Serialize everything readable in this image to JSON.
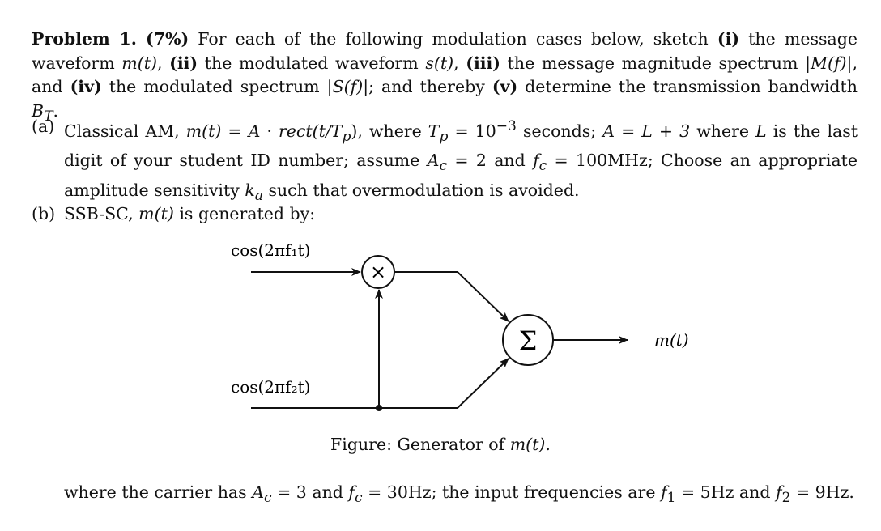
{
  "problem": {
    "heading": "Problem 1.",
    "weight": "(7%)",
    "intro_1": " For each of the following modulation cases below, sketch ",
    "i_marker": "(i)",
    "i_text": " the message waveform ",
    "m_t": "m(t)",
    "comma1": ", ",
    "ii_marker": "(ii)",
    "ii_text": " the modulated waveform ",
    "s_t": "s(t)",
    "comma2": ", ",
    "iii_marker": "(iii)",
    "iii_text": " the message magnitude spectrum ",
    "M_f": "|M(f)|",
    "and_text": ", and ",
    "iv_marker": "(iv)",
    "iv_text": " the modulated spectrum ",
    "S_f": "|S(f)|",
    "thereby_text": "; and thereby ",
    "v_marker": "(v)",
    "v_text": " determine the transmission bandwidth ",
    "B_T": "B",
    "B_T_sub": "T",
    "end": "."
  },
  "part_a": {
    "label": "(a)",
    "text_1": "Classical AM, ",
    "formula": "m(t) = A · rect(t/T",
    "formula_sub": "p",
    "formula_end": "), where ",
    "Tp": "T",
    "Tp_sub": "p",
    "Tp_val": " = 10",
    "Tp_exp": "−3",
    "text_2": " seconds; ",
    "A_eq": "A = L + 3",
    "text_3": " where ",
    "L": "L",
    "text_4": " is the last digit of your student ID number; assume ",
    "Ac": "A",
    "Ac_sub": "c",
    "Ac_val": " = 2 and ",
    "fc": "f",
    "fc_sub": "c",
    "fc_val": " = 100MHz; Choose an appropriate amplitude sensitivity ",
    "ka": "k",
    "ka_sub": "a",
    "text_5": " such that overmodulation is avoided."
  },
  "part_b": {
    "label": "(b)",
    "text_1": "SSB-SC, ",
    "m_t": "m(t)",
    "text_2": " is generated by:"
  },
  "diagram": {
    "input1": "cos(2πf₁t)",
    "input2": "cos(2πf₂t)",
    "multiplier_symbol": "×",
    "sum_symbol": "Σ",
    "output": "m(t)",
    "caption_text": "Figure: Generator of ",
    "caption_math": "m(t)",
    "caption_end": "."
  },
  "footer": {
    "text_1": "where the carrier has ",
    "Ac": "A",
    "Ac_sub": "c",
    "Ac_val": " = 3 and ",
    "fc": "f",
    "fc_sub": "c",
    "fc_val": " = 30Hz; the input frequencies are ",
    "f1": "f",
    "f1_sub": "1",
    "f1_val": " = 5Hz and ",
    "f2": "f",
    "f2_sub": "2",
    "f2_val": " = 9Hz."
  }
}
